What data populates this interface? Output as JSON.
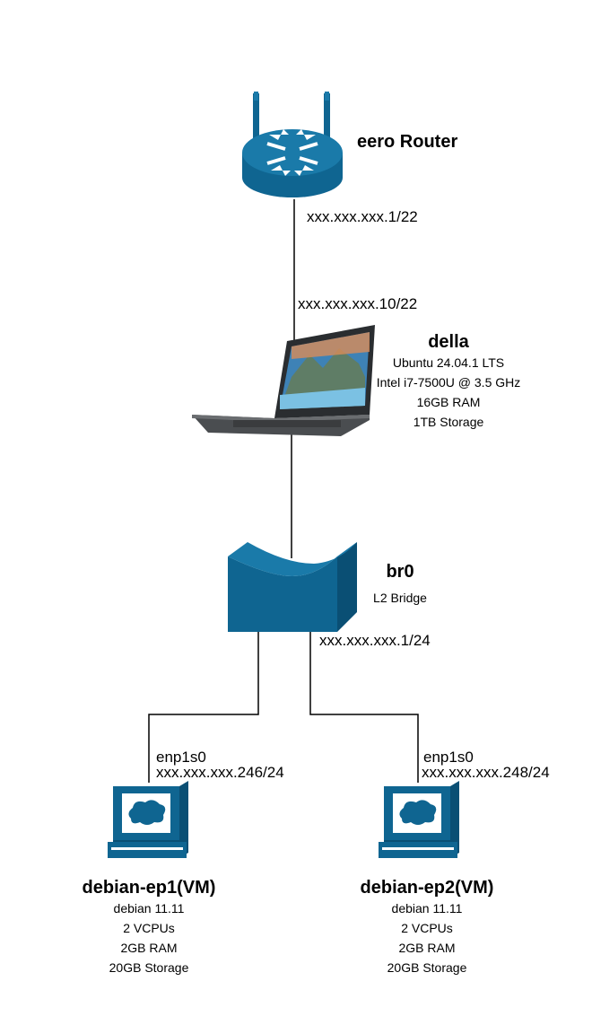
{
  "colors": {
    "primary": "#0f6591",
    "primary_light": "#1a7aa9",
    "line": "#000000"
  },
  "router": {
    "icon": "router-icon",
    "name": "eero Router",
    "lan_ip": "xxx.xxx.xxx.1/22"
  },
  "host": {
    "icon": "laptop-icon",
    "name": "della",
    "uplink_ip": "xxx.xxx.xxx.10/22",
    "specs": [
      "Ubuntu 24.04.1 LTS",
      "Intel i7-7500U @ 3.5 GHz",
      "16GB RAM",
      "1TB Storage"
    ]
  },
  "bridge": {
    "icon": "bridge-icon",
    "name": "br0",
    "type": "L2 Bridge",
    "ip": "xxx.xxx.xxx.1/24"
  },
  "vms": [
    {
      "icon": "computer-icon",
      "name": "debian-ep1(VM)",
      "interface": "enp1s0",
      "ip": "xxx.xxx.xxx.246/24",
      "specs": [
        "debian 11.11",
        "2 VCPUs",
        "2GB RAM",
        "20GB Storage"
      ]
    },
    {
      "icon": "computer-icon",
      "name": "debian-ep2(VM)",
      "interface": "enp1s0",
      "ip": "xxx.xxx.xxx.248/24",
      "specs": [
        "debian 11.11",
        "2 VCPUs",
        "2GB RAM",
        "20GB Storage"
      ]
    }
  ]
}
